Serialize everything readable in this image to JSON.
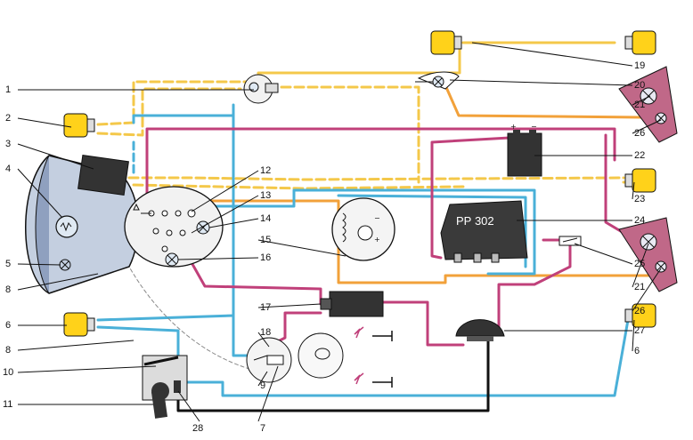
{
  "colors": {
    "yellow": "#f4c84a",
    "orange": "#f2a13a",
    "blue": "#4ab0d8",
    "magenta": "#c0407a",
    "black": "#111111",
    "lamp_yellow": "#ffd21a",
    "unit_dark": "#333333",
    "taillight": "#c06888"
  },
  "diagram": {
    "regulator_label": "РР 302",
    "battery_plus": "+",
    "battery_minus": "−",
    "labels": [
      {
        "id": "1",
        "text": "1"
      },
      {
        "id": "2",
        "text": "2"
      },
      {
        "id": "3",
        "text": "3"
      },
      {
        "id": "4",
        "text": "4"
      },
      {
        "id": "5",
        "text": "5"
      },
      {
        "id": "6L",
        "text": "6"
      },
      {
        "id": "8a",
        "text": "8"
      },
      {
        "id": "8b",
        "text": "8"
      },
      {
        "id": "10",
        "text": "10"
      },
      {
        "id": "11",
        "text": "11"
      },
      {
        "id": "28",
        "text": "28"
      },
      {
        "id": "12",
        "text": "12"
      },
      {
        "id": "13",
        "text": "13"
      },
      {
        "id": "14",
        "text": "14"
      },
      {
        "id": "15",
        "text": "15"
      },
      {
        "id": "16",
        "text": "16"
      },
      {
        "id": "17",
        "text": "17"
      },
      {
        "id": "18",
        "text": "18"
      },
      {
        "id": "9",
        "text": "9"
      },
      {
        "id": "7",
        "text": "7"
      },
      {
        "id": "19",
        "text": "19"
      },
      {
        "id": "20",
        "text": "20"
      },
      {
        "id": "21a",
        "text": "21"
      },
      {
        "id": "26a",
        "text": "26"
      },
      {
        "id": "22",
        "text": "22"
      },
      {
        "id": "23",
        "text": "23"
      },
      {
        "id": "24",
        "text": "24"
      },
      {
        "id": "25",
        "text": "25"
      },
      {
        "id": "21b",
        "text": "21"
      },
      {
        "id": "26b",
        "text": "26"
      },
      {
        "id": "27",
        "text": "27"
      },
      {
        "id": "6R",
        "text": "6"
      }
    ]
  }
}
